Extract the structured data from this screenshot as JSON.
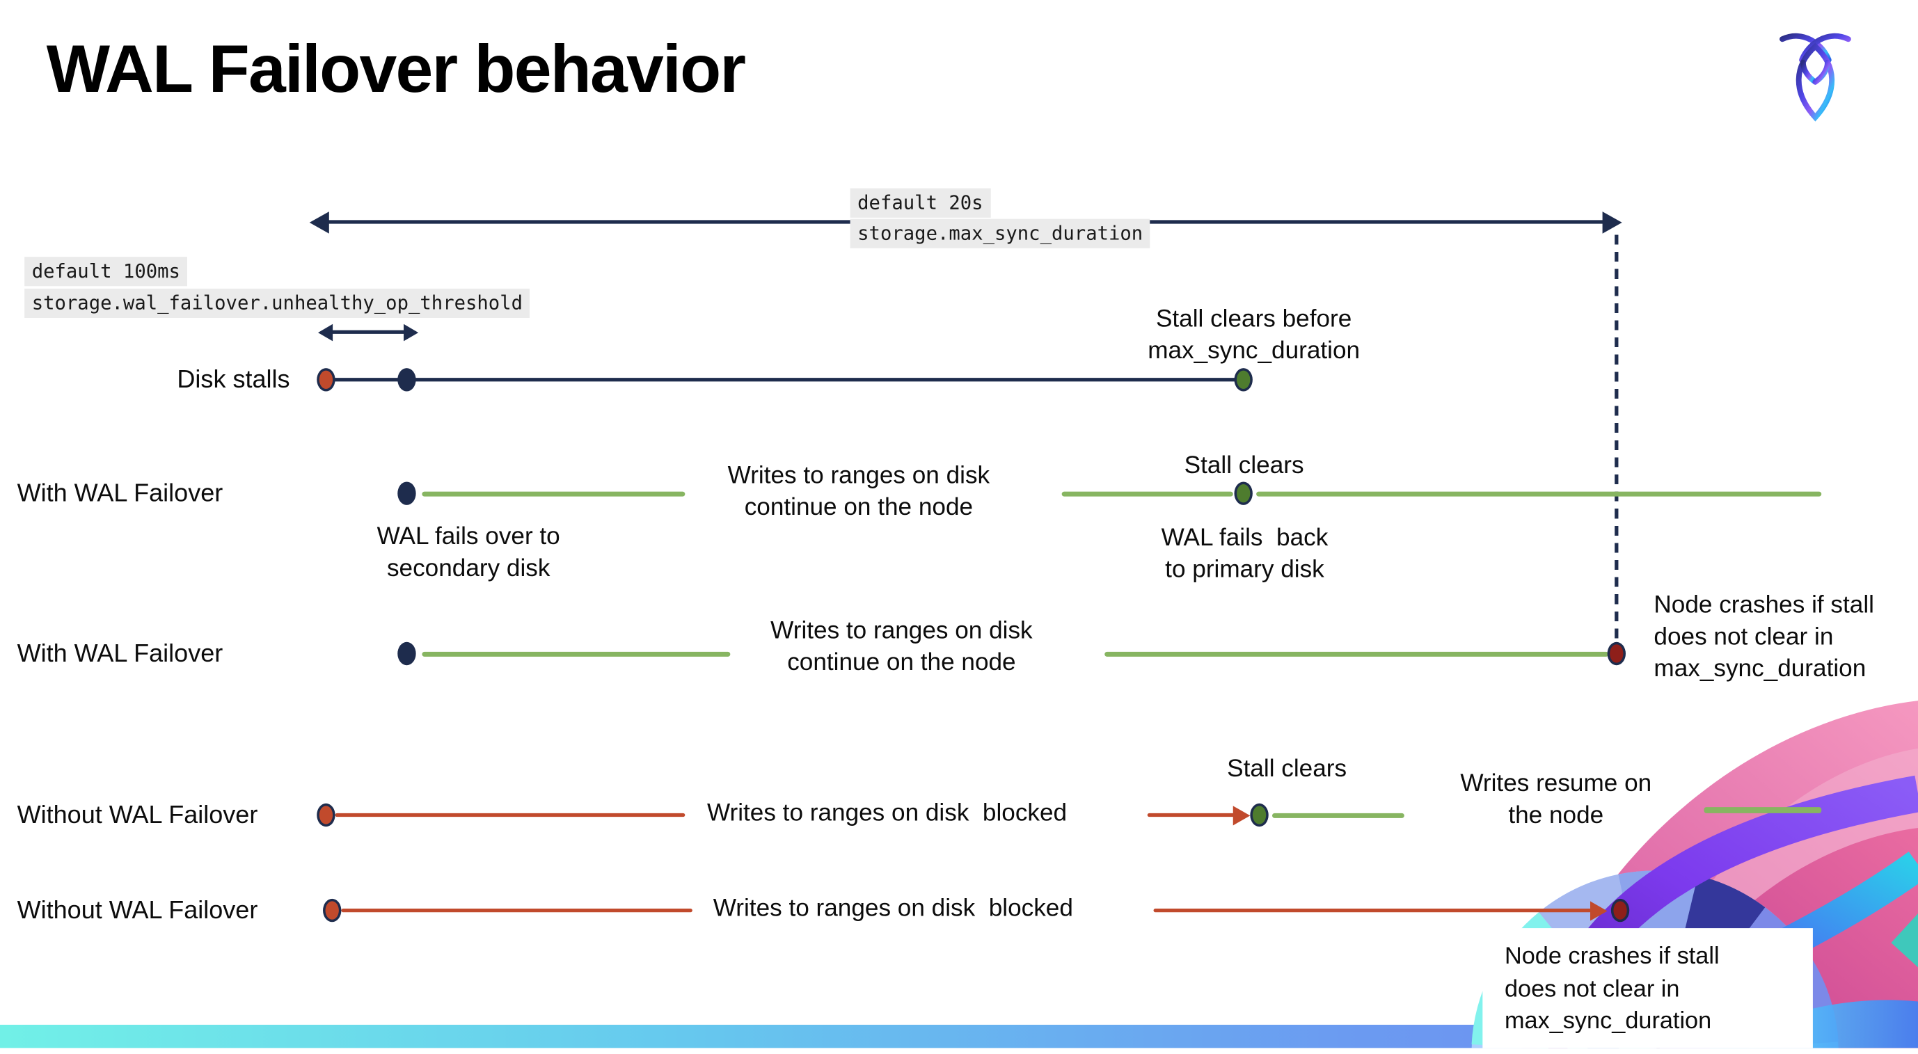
{
  "title": "WAL Failover behavior",
  "icons": {
    "logo": "cockroach-labs-logo"
  },
  "settings": {
    "max_sync": {
      "default": "default 20s",
      "name": "storage.max_sync_duration"
    },
    "unhealthy_op": {
      "default": "default 100ms",
      "name": "storage.wal_failover.unhealthy_op_threshold"
    }
  },
  "rows": [
    {
      "label": "Disk stalls"
    },
    {
      "label": "With WAL Failover"
    },
    {
      "label": "With WAL Failover"
    },
    {
      "label": "Without WAL Failover"
    },
    {
      "label": "Without WAL Failover"
    }
  ],
  "annotations": {
    "stall_clears_before": "Stall clears before\nmax_sync_duration",
    "wal_fails_over": "WAL fails over to\nsecondary disk",
    "writes_continue_1": "Writes to ranges on disk\ncontinue on the node",
    "stall_clears_1": "Stall clears",
    "wal_fails_back": "WAL fails  back\nto primary disk",
    "writes_continue_2": "Writes to ranges on disk\ncontinue on the node",
    "node_crashes_1": "Node crashes if stall\ndoes not clear in\nmax_sync_duration",
    "writes_blocked_1": "Writes to ranges on disk  blocked",
    "stall_clears_2": "Stall clears",
    "writes_resume": "Writes resume on\nthe node",
    "writes_blocked_2": "Writes to ranges on disk  blocked",
    "node_crashes_2": "Node crashes if stall\ndoes not clear in\nmax_sync_duration"
  },
  "colors": {
    "navy": "#1e2c4d",
    "green_line": "#87b561",
    "green_dot": "#4e7c2e",
    "red_line": "#c14a2c",
    "red_dot": "#c14a2c",
    "dark_red_dot": "#8e1f1a",
    "label_bg": "#ebebeb",
    "bar_gradient_start": "#71f0e7",
    "bar_gradient_end": "#6f86f2"
  }
}
